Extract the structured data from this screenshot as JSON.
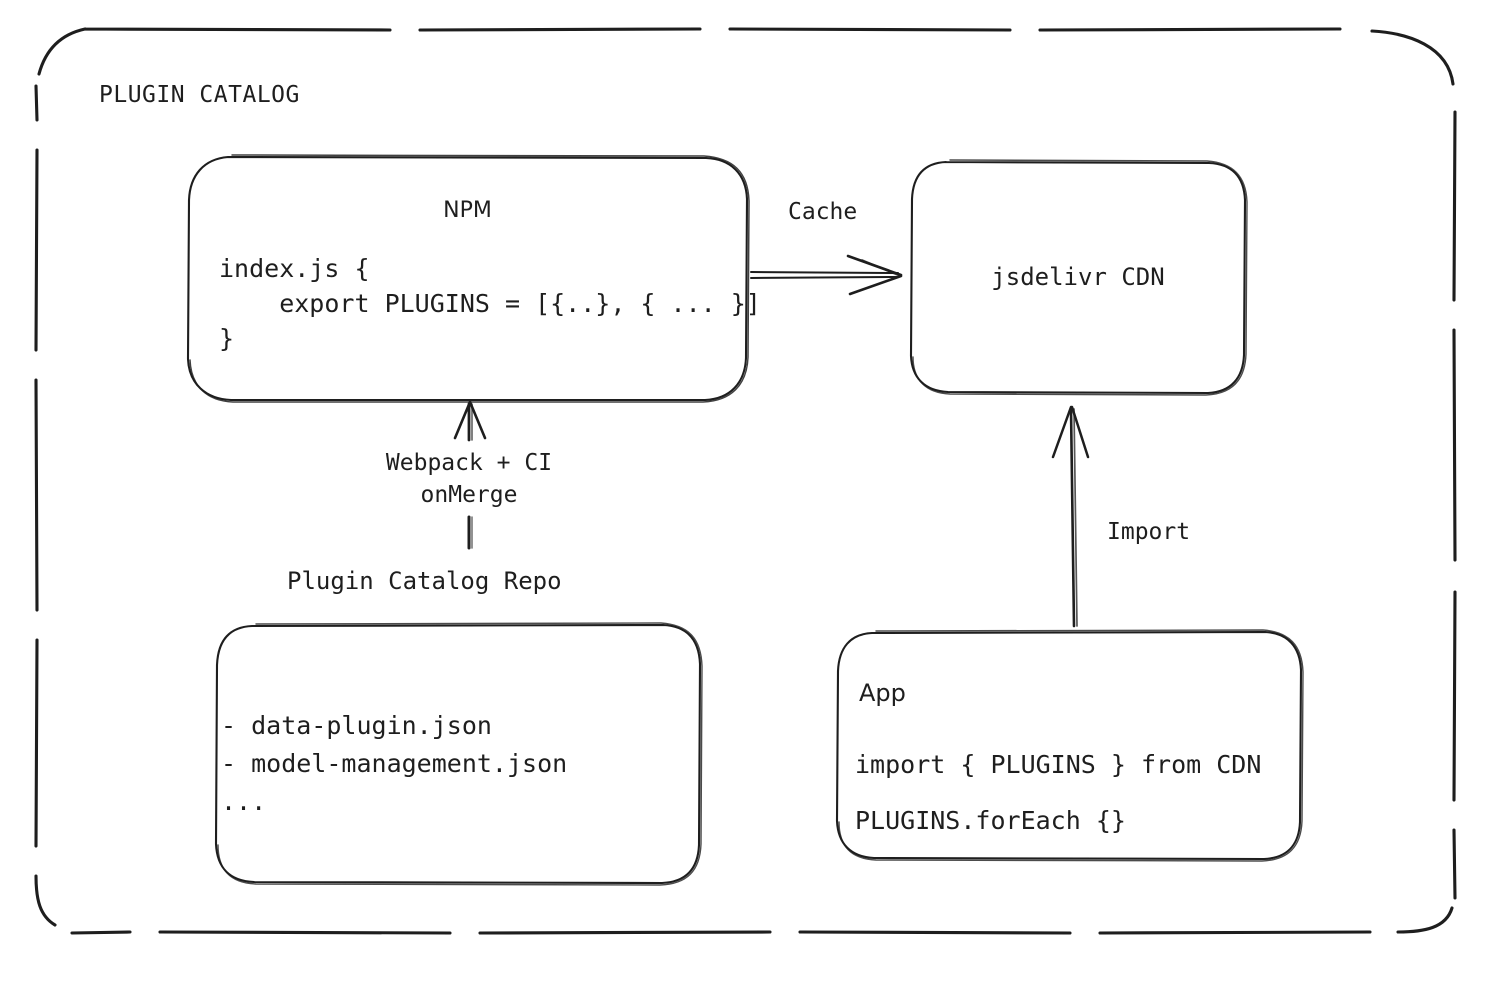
{
  "diagram": {
    "title": "PLUGIN CATALOG",
    "group_border_style": "dashed-rounded-rect",
    "stroke_color": "#1e1e1e",
    "background_color": "#ffffff",
    "style": "hand-drawn"
  },
  "nodes": {
    "npm": {
      "name": "NPM",
      "title": "NPM",
      "code_lines": [
        "index.js {",
        "    export PLUGINS = [{..}, { ... }]",
        "}"
      ]
    },
    "cdn": {
      "name": "jsdelivr CDN",
      "title": "jsdelivr CDN"
    },
    "repo": {
      "name": "Plugin Catalog Repo",
      "caption": "Plugin Catalog Repo",
      "items": [
        "- data-plugin.json",
        "- model-management.json",
        "..."
      ]
    },
    "app": {
      "name": "App",
      "title": "App",
      "code_lines": [
        "import { PLUGINS } from CDN",
        "PLUGINS.forEach {}"
      ]
    }
  },
  "edges": [
    {
      "id": "npm-to-cdn",
      "from": "npm",
      "to": "cdn",
      "label": "Cache",
      "direction": "right"
    },
    {
      "id": "repo-to-npm",
      "from": "repo",
      "to": "npm",
      "label": "Webpack + CI\nonMerge",
      "label_line1": "Webpack + CI",
      "label_line2": "onMerge",
      "direction": "up"
    },
    {
      "id": "app-to-cdn",
      "from": "app",
      "to": "cdn",
      "label": "Import",
      "direction": "up"
    }
  ],
  "labels": {
    "cache": "Cache",
    "import": "Import",
    "webpack_line1": "Webpack + CI",
    "webpack_line2": "onMerge",
    "repo_caption": "Plugin Catalog Repo"
  }
}
